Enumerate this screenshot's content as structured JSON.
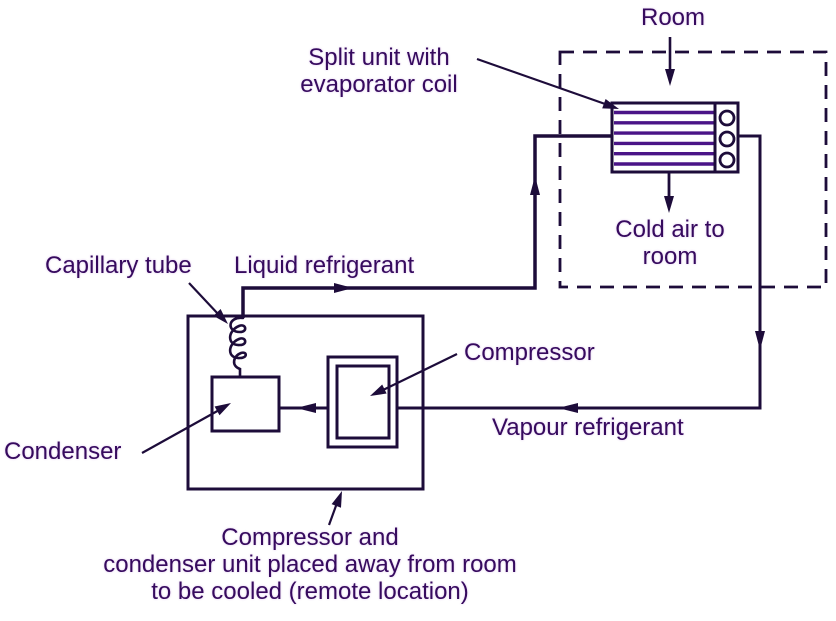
{
  "theme": {
    "bg": "#ffffff",
    "line": "#1d0c3a",
    "text": "#360a5e",
    "fin": "#4a1487"
  },
  "labels": {
    "room": "Room",
    "split_unit": "Split unit with\nevaporator coil",
    "capillary_tube": "Capillary tube",
    "liquid_refrigerant": "Liquid refrigerant",
    "cold_air": "Cold air to\nroom",
    "compressor": "Compressor",
    "vapour_refrigerant": "Vapour refrigerant",
    "condenser": "Condenser",
    "caption": "Compressor and\ncondenser unit placed away from room\nto be cooled (remote location)"
  },
  "diagram": {
    "type": "schematic",
    "flow_arrows": [
      "room-air-into-unit",
      "cold-air-to-room",
      "liquid-refrigerant-right",
      "liquid-refrigerant-up",
      "vapour-refrigerant-down",
      "vapour-refrigerant-left-to-compressor",
      "compressor-to-condenser-left"
    ],
    "fan_circle_count": 3,
    "evaporator_fin_count": 6
  }
}
